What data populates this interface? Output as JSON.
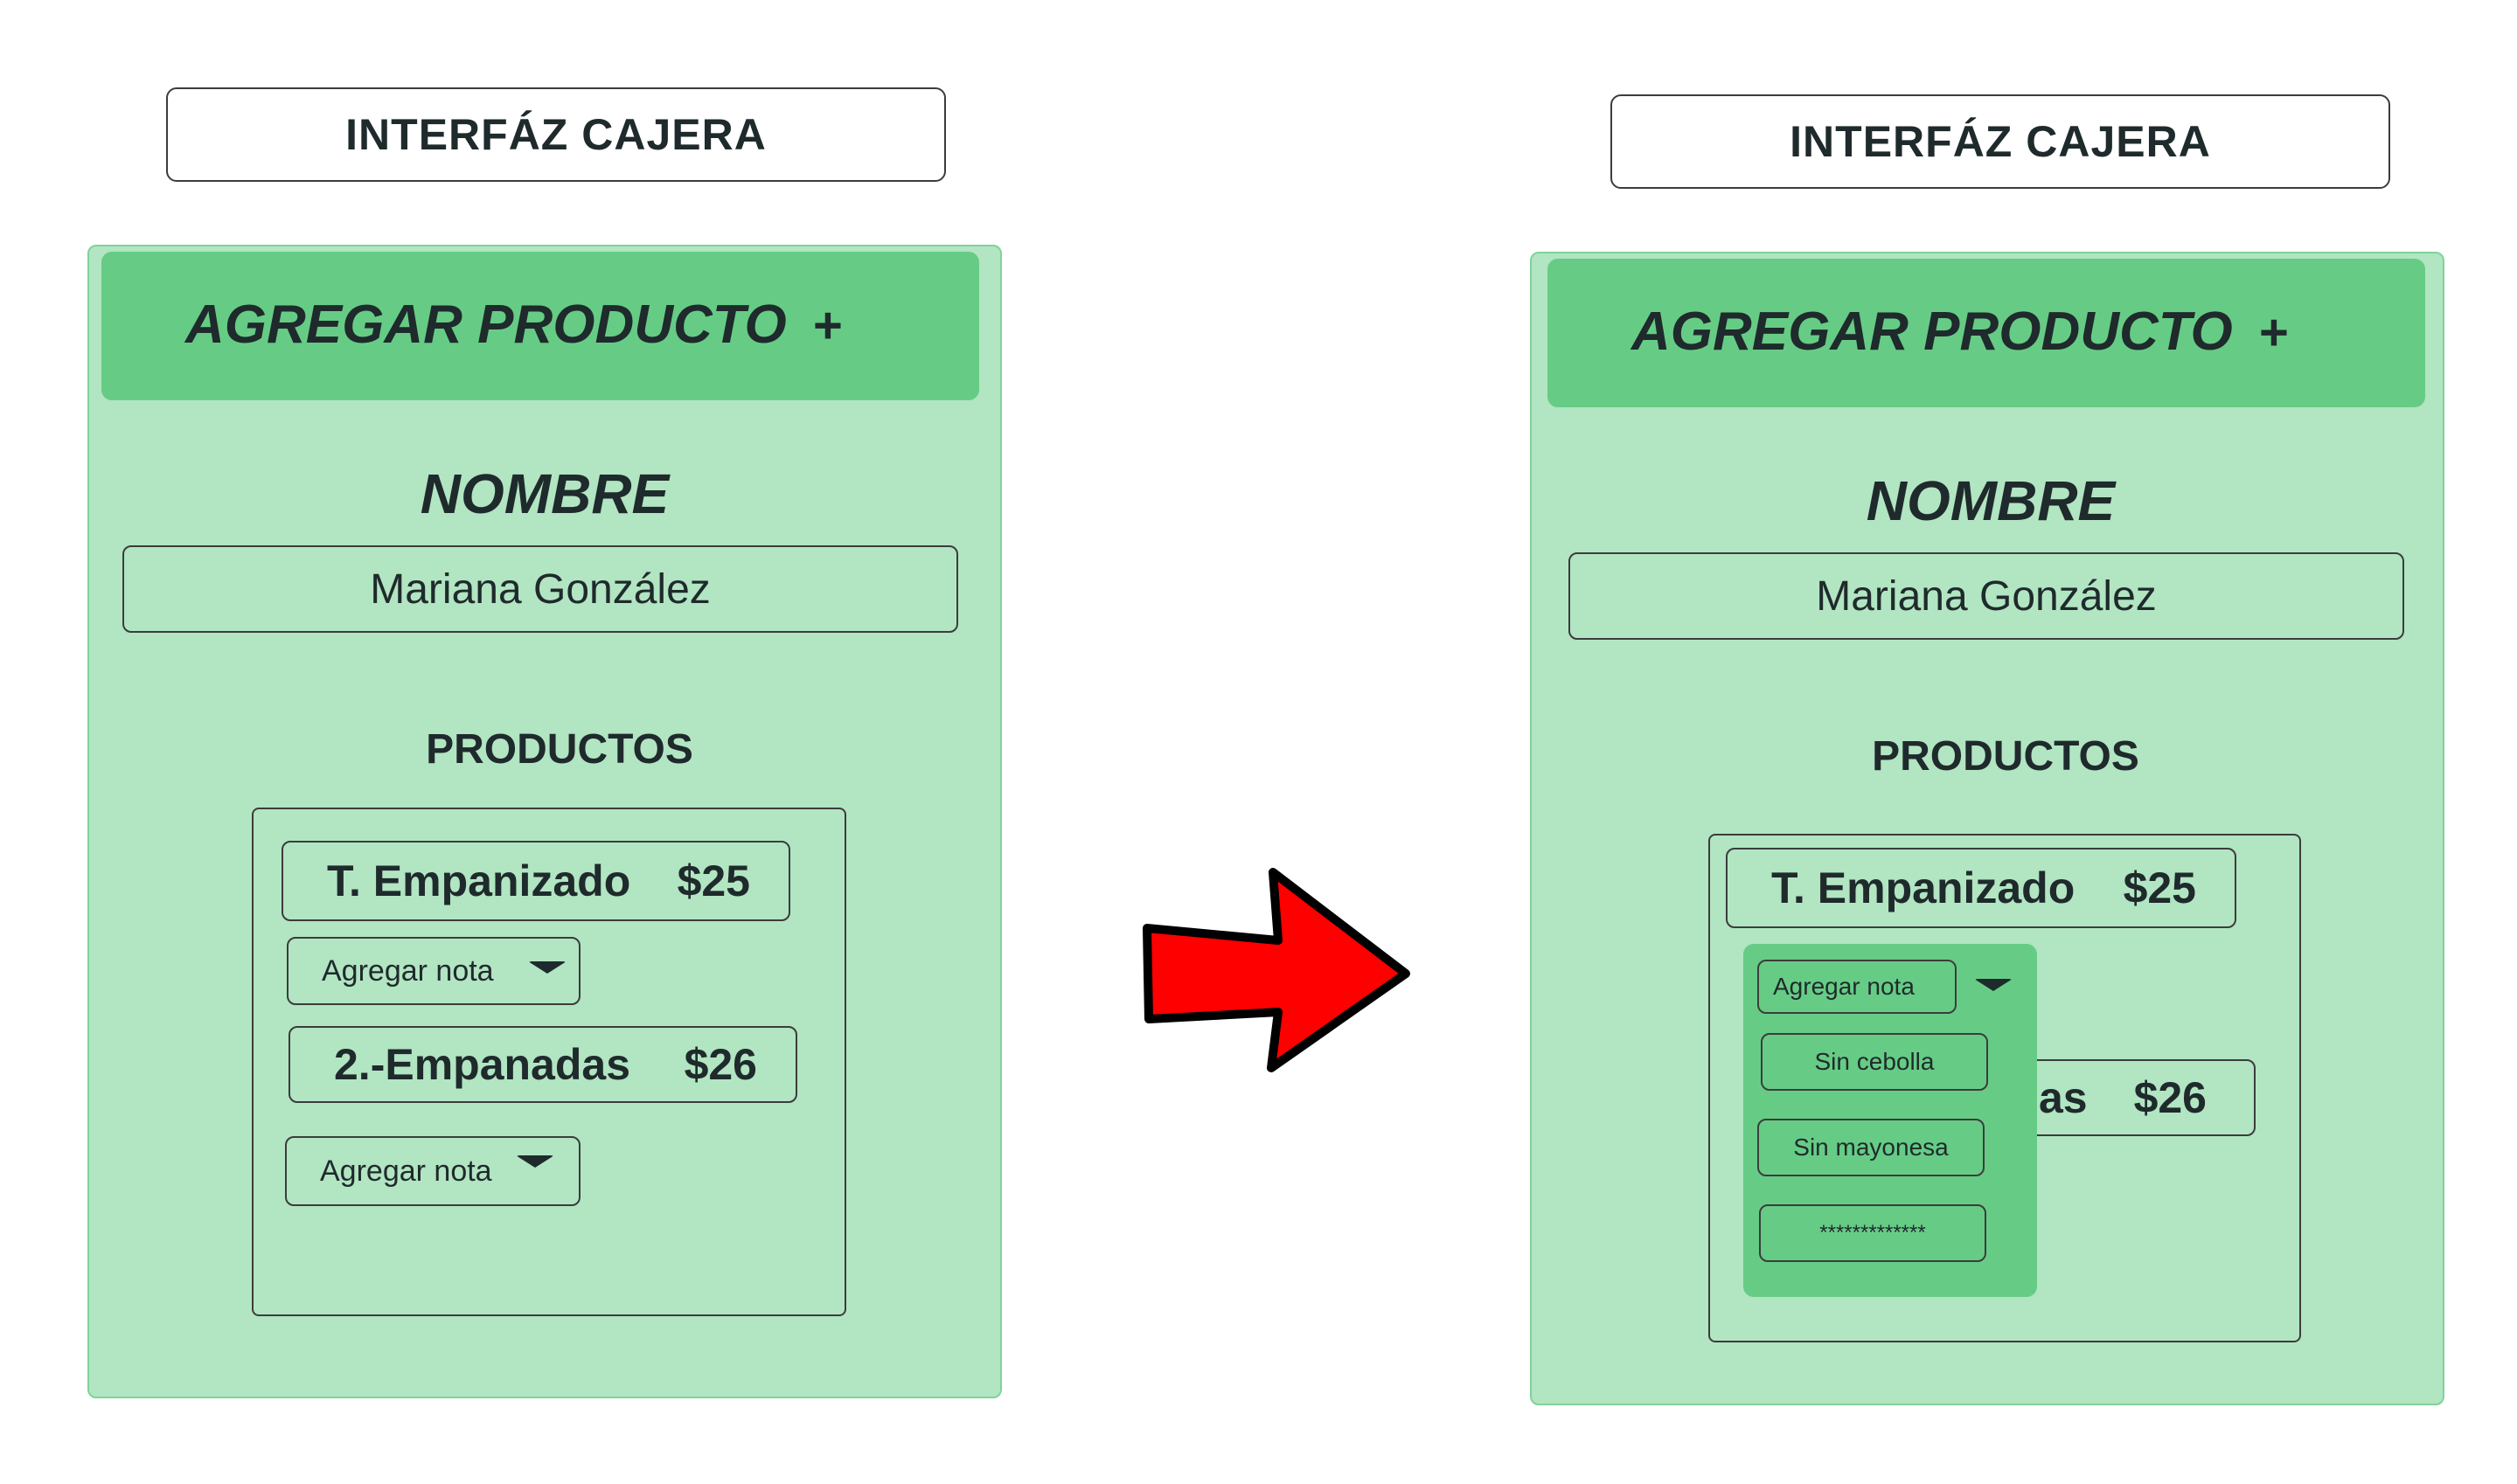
{
  "left": {
    "title": "INTERFÁZ CAJERA",
    "add_product_label": "AGREGAR PRODUCTO",
    "add_symbol": "+",
    "name_label": "NOMBRE",
    "name_value": "Mariana González",
    "products_label": "PRODUCTOS",
    "products": [
      {
        "name": "T. Empanizado",
        "price": "$25",
        "note_label": "Agregar nota"
      },
      {
        "name": "2.-Empanadas",
        "price": "$26",
        "note_label": "Agregar nota"
      }
    ]
  },
  "right": {
    "title": "INTERFÁZ CAJERA",
    "add_product_label": "AGREGAR PRODUCTO",
    "add_symbol": "+",
    "name_label": "NOMBRE",
    "name_value": "Mariana González",
    "products_label": "PRODUCTOS",
    "products": [
      {
        "name": "T. Empanizado",
        "price": "$25"
      },
      {
        "name_partial": "as",
        "price": "$26"
      }
    ],
    "dropdown": {
      "header": "Agregar nota",
      "options": [
        "Sin cebolla",
        "Sin mayonesa",
        "*************"
      ]
    }
  },
  "colors": {
    "panel": "#b2e5c2",
    "header": "#66cc85",
    "arrow": "#ff0000"
  }
}
